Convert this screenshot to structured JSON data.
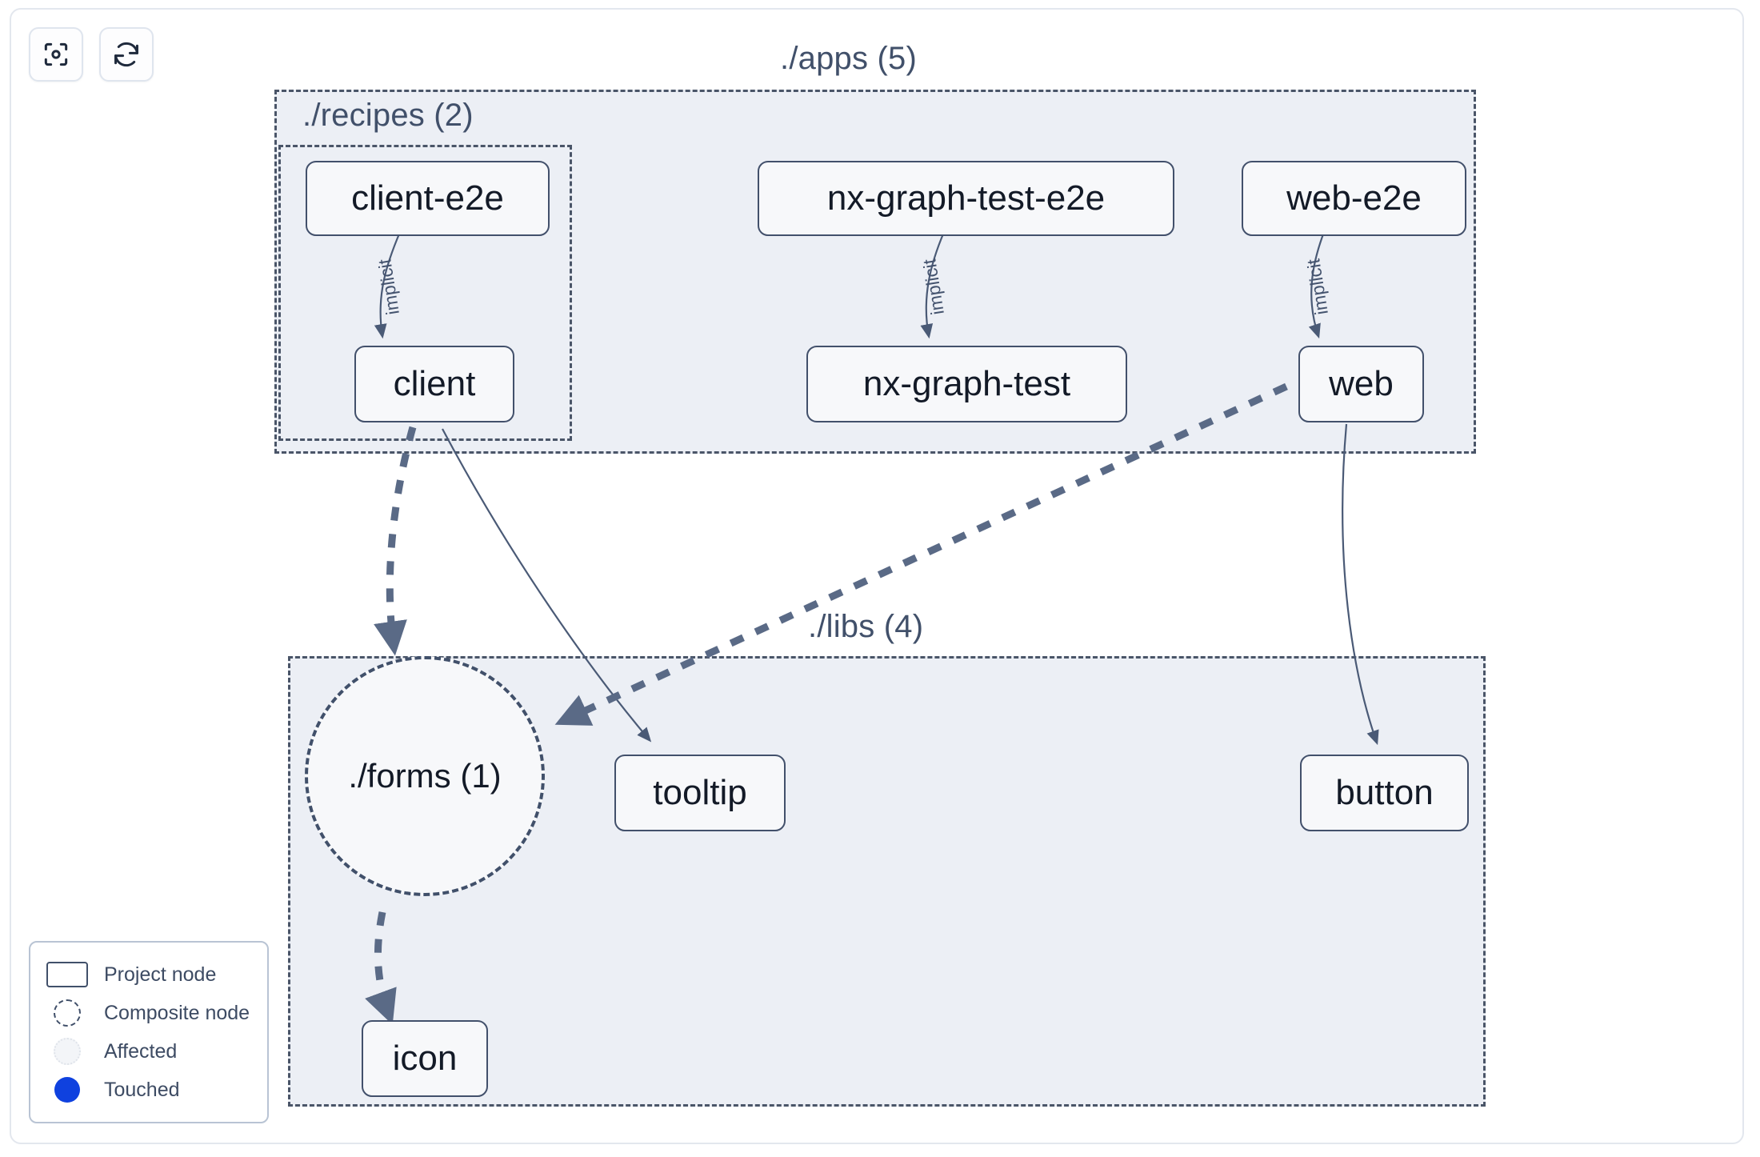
{
  "toolbar": {
    "buttons": [
      {
        "name": "focus-graph-button",
        "icon": "focus-target-icon",
        "title": "Focus"
      },
      {
        "name": "refresh-graph-button",
        "icon": "refresh-icon",
        "title": "Refresh"
      }
    ]
  },
  "groups": [
    {
      "id": "apps",
      "label": "./apps (5)",
      "count": 5
    },
    {
      "id": "recipes",
      "label": "./recipes (2)",
      "count": 2
    },
    {
      "id": "libs",
      "label": "./libs (4)",
      "count": 4
    }
  ],
  "nodes": [
    {
      "id": "client-e2e",
      "label": "client-e2e",
      "type": "project",
      "group": "recipes"
    },
    {
      "id": "nx-graph-test-e2e",
      "label": "nx-graph-test-e2e",
      "type": "project",
      "group": "apps"
    },
    {
      "id": "web-e2e",
      "label": "web-e2e",
      "type": "project",
      "group": "apps"
    },
    {
      "id": "client",
      "label": "client",
      "type": "project",
      "group": "recipes"
    },
    {
      "id": "nx-graph-test",
      "label": "nx-graph-test",
      "type": "project",
      "group": "apps"
    },
    {
      "id": "web",
      "label": "web",
      "type": "project",
      "group": "apps"
    },
    {
      "id": "forms",
      "label": "./forms (1)",
      "type": "composite",
      "group": "libs"
    },
    {
      "id": "tooltip",
      "label": "tooltip",
      "type": "project",
      "group": "libs"
    },
    {
      "id": "button",
      "label": "button",
      "type": "project",
      "group": "libs"
    },
    {
      "id": "icon",
      "label": "icon",
      "type": "project",
      "group": "libs"
    }
  ],
  "edges": [
    {
      "id": "e1",
      "source": "client-e2e",
      "target": "client",
      "label": "implicit",
      "style": "solid"
    },
    {
      "id": "e2",
      "source": "nx-graph-test-e2e",
      "target": "nx-graph-test",
      "label": "implicit",
      "style": "solid"
    },
    {
      "id": "e3",
      "source": "web-e2e",
      "target": "web",
      "label": "implicit",
      "style": "solid"
    },
    {
      "id": "e4",
      "source": "client",
      "target": "forms",
      "label": "",
      "style": "dashed"
    },
    {
      "id": "e5",
      "source": "client",
      "target": "tooltip",
      "label": "",
      "style": "solid"
    },
    {
      "id": "e6",
      "source": "web",
      "target": "forms",
      "label": "",
      "style": "dashed"
    },
    {
      "id": "e7",
      "source": "web",
      "target": "button",
      "label": "",
      "style": "solid"
    },
    {
      "id": "e8",
      "source": "forms",
      "target": "icon",
      "label": "",
      "style": "dashed"
    }
  ],
  "legend": {
    "items": [
      {
        "swatch": "project-node-swatch",
        "label": "Project node"
      },
      {
        "swatch": "composite-node-swatch",
        "label": "Composite node"
      },
      {
        "swatch": "affected-swatch",
        "label": "Affected"
      },
      {
        "swatch": "touched-swatch",
        "label": "Touched"
      }
    ]
  },
  "colors": {
    "node_border": "#42506b",
    "node_fill": "#f7f8fa",
    "group_fill": "#eceff5",
    "group_border": "#4a5568",
    "edge": "#4a5a76",
    "touched": "#0f41df",
    "canvas": "#ffffff"
  }
}
